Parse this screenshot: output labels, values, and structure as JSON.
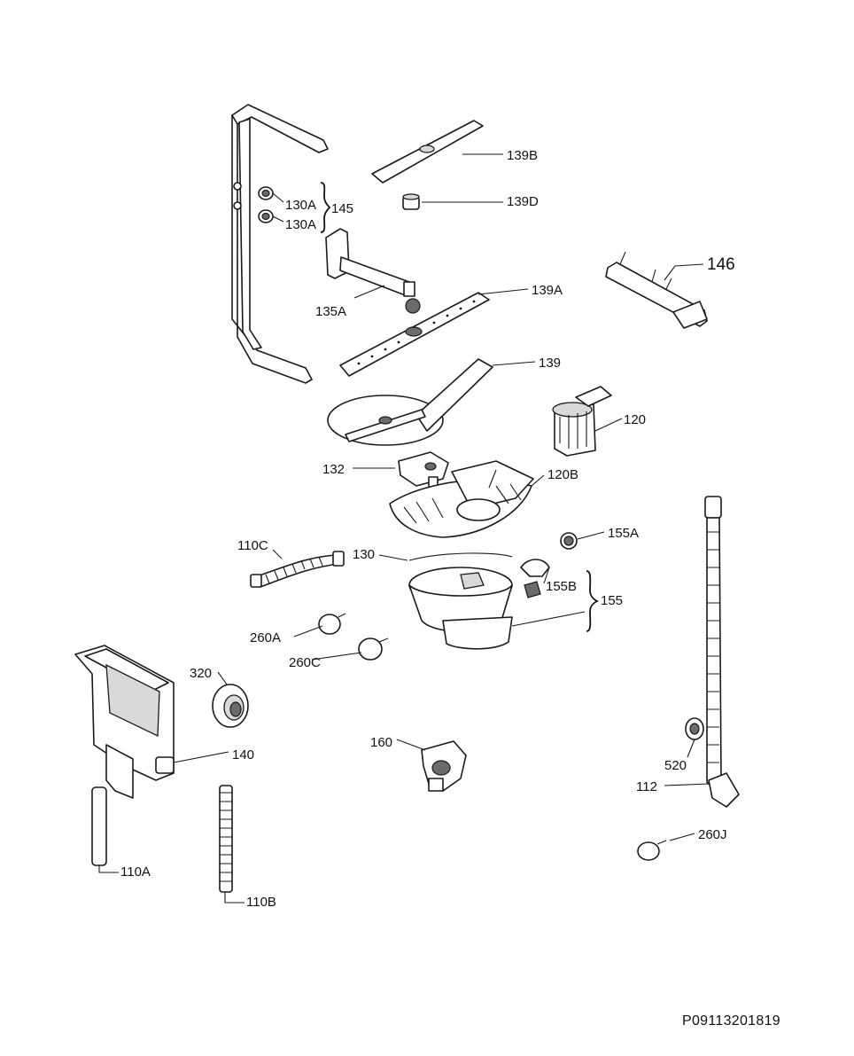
{
  "labels": {
    "l139B": "139B",
    "l139D": "139D",
    "l130A_1": "130A",
    "l130A_2": "130A",
    "l145": "145",
    "l146": "146",
    "l135A": "135A",
    "l139A": "139A",
    "l139": "139",
    "l120": "120",
    "l132": "132",
    "l120B": "120B",
    "l110C": "110C",
    "l130": "130",
    "l155A": "155A",
    "l155B": "155B",
    "l155": "155",
    "l260A": "260A",
    "l260C": "260C",
    "l320": "320",
    "l140": "140",
    "l160": "160",
    "l520": "520",
    "l112": "112",
    "l260J": "260J",
    "l110A": "110A",
    "l110B": "110B"
  },
  "diagram_code": "P09113201819"
}
